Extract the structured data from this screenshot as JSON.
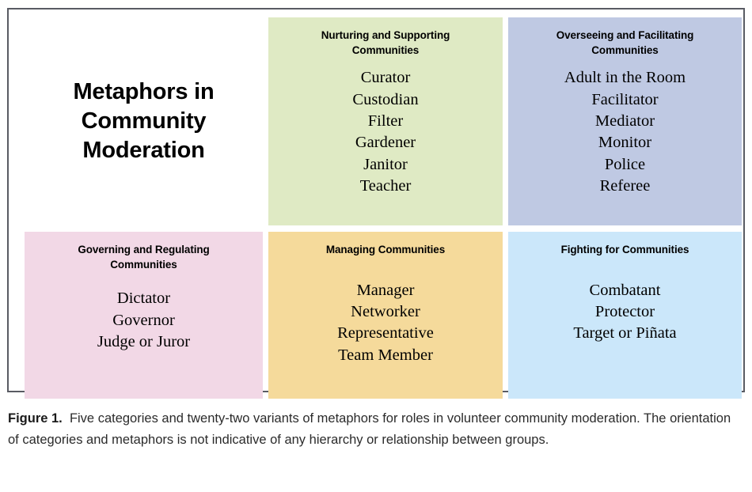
{
  "figure": {
    "title": "Metaphors in Community Moderation",
    "title_lines": [
      "Metaphors in",
      "Community",
      "Moderation"
    ],
    "border_color": "#595b63",
    "background": "#ffffff",
    "categories": [
      {
        "id": "nurturing-and-supporting-communities",
        "header": "Nurturing and Supporting Communities",
        "header_lines": [
          "Nurturing and Supporting",
          "Communities"
        ],
        "color": "#dfeac4",
        "items": [
          "Curator",
          "Custodian",
          "Filter",
          "Gardener",
          "Janitor",
          "Teacher"
        ]
      },
      {
        "id": "overseeing-and-facilitating-communities",
        "header": "Overseeing and Facilitating Communities",
        "header_lines": [
          "Overseeing and Facilitating",
          "Communities"
        ],
        "color": "#bfc9e3",
        "items": [
          "Adult in the Room",
          "Facilitator",
          "Mediator",
          "Monitor",
          "Police",
          "Referee"
        ]
      },
      {
        "id": "governing-and-regulating-communities",
        "header": "Governing and Regulating Communities",
        "header_lines": [
          "Governing and Regulating",
          "Communities"
        ],
        "color": "#f2d8e6",
        "items": [
          "Dictator",
          "Governor",
          "Judge or Juror"
        ]
      },
      {
        "id": "managing-communities",
        "header": "Managing Communities",
        "header_lines": [
          "Managing Communities"
        ],
        "color": "#f5da9b",
        "items": [
          "Manager",
          "Networker",
          "Representative",
          "Team Member"
        ]
      },
      {
        "id": "fighting-for-communities",
        "header": "Fighting for Communities",
        "header_lines": [
          "Fighting for Communities"
        ],
        "color": "#cbe7fa",
        "items": [
          "Combatant",
          "Protector",
          "Target or Piñata"
        ]
      }
    ]
  },
  "caption": {
    "label": "Figure 1.",
    "text": "Five categories and twenty-two variants of metaphors for roles in volunteer community moderation. The orientation of categories and metaphors is not indicative of any hierarchy or relationship between groups."
  }
}
